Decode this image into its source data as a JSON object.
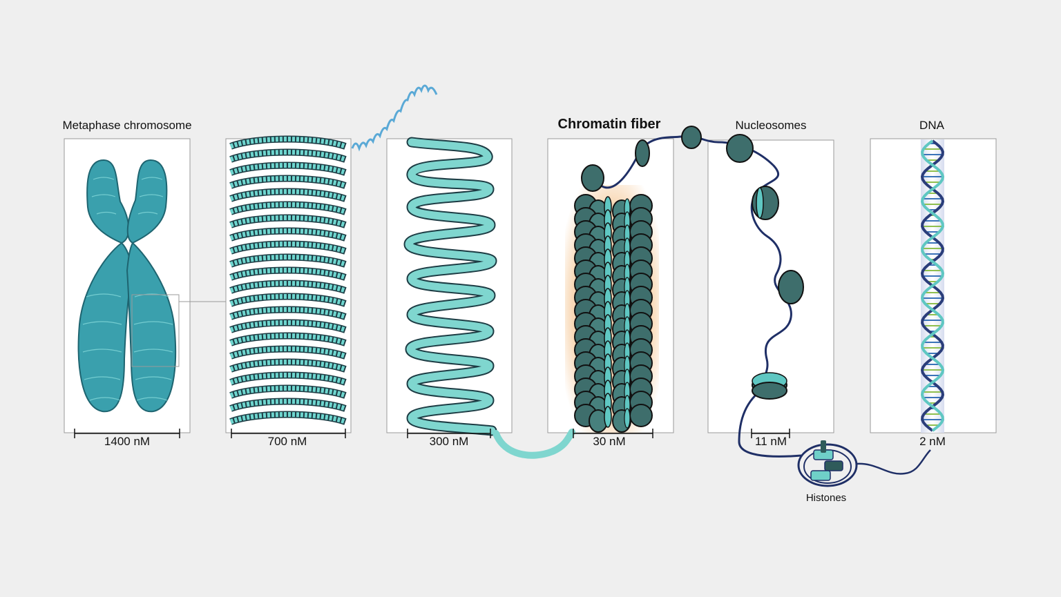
{
  "panels": [
    {
      "title": "Metaphase chromosome",
      "scale": "1400 nM"
    },
    {
      "title": "",
      "scale": "700 nM"
    },
    {
      "title": "",
      "scale": "300 nM"
    },
    {
      "title": "Chromatin fiber",
      "scale": "30 nM"
    },
    {
      "title": "Nucleosomes",
      "scale": "11 nM"
    },
    {
      "title": "DNA",
      "scale": "2 nM"
    }
  ],
  "callout": "Histones",
  "colors": {
    "background": "#efefef",
    "teal": "#5fc7c2",
    "teal_dark": "#2e7f86",
    "nucleosome": "#3e6e6c",
    "dna_strand": "#1f2f66",
    "glow": "#f3b97a"
  }
}
